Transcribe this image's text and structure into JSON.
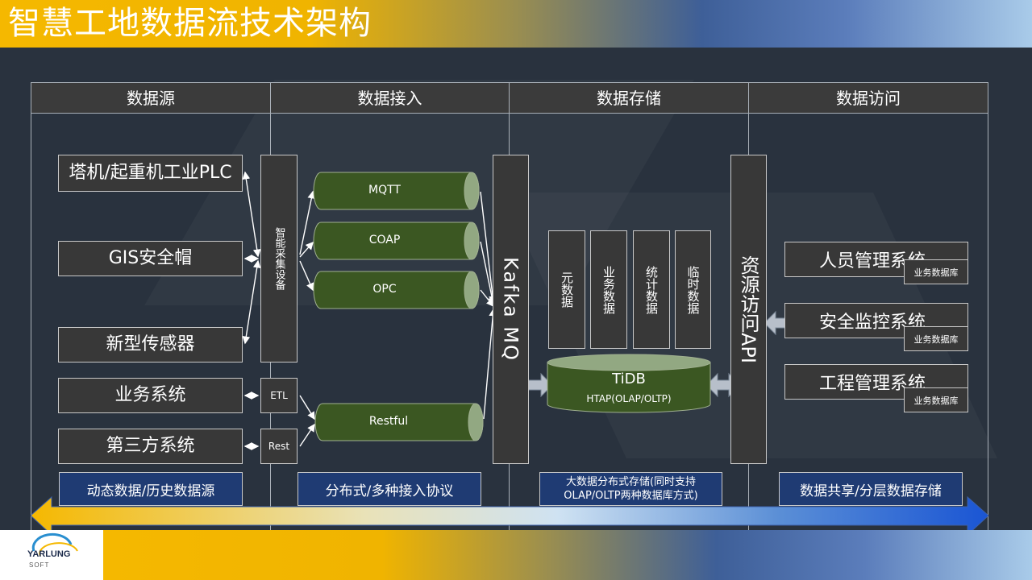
{
  "title": "智慧工地数据流技术架构",
  "columns": [
    "数据源",
    "数据接入",
    "数据存储",
    "数据访问"
  ],
  "sources": [
    "塔机/起重机工业PLC",
    "GIS安全帽",
    "新型传感器",
    "业务系统",
    "第三方系统"
  ],
  "collector": "智能采集设备",
  "etl": "ETL",
  "rest": "Rest",
  "pipes": [
    "MQTT",
    "COAP",
    "OPC",
    "Restful"
  ],
  "kafka": "Kafka MQ",
  "meta_boxes": [
    "元数据",
    "业务数据",
    "统计数据",
    "临时数据"
  ],
  "tidb": {
    "name": "TiDB",
    "sub": "HTAP(OLAP/OLTP)"
  },
  "api": "资源访问API",
  "systems": [
    "人员管理系统",
    "安全监控系统",
    "工程管理系统"
  ],
  "db_tag": "业务数据库",
  "captions": [
    "动态数据/历史数据源",
    "分布式/多种接入协议",
    "大数据分布式存储(同时支持OLAP/OLTP两种数据库方式)",
    "数据共享/分层数据存储"
  ],
  "logo": {
    "name": "YARLUNG",
    "sub": "SOFT"
  },
  "colors": {
    "pipe": "#3b5722",
    "pipe_end": "#92a882",
    "tidb": "#3b5722",
    "caption_bg": "#1f3b73"
  }
}
